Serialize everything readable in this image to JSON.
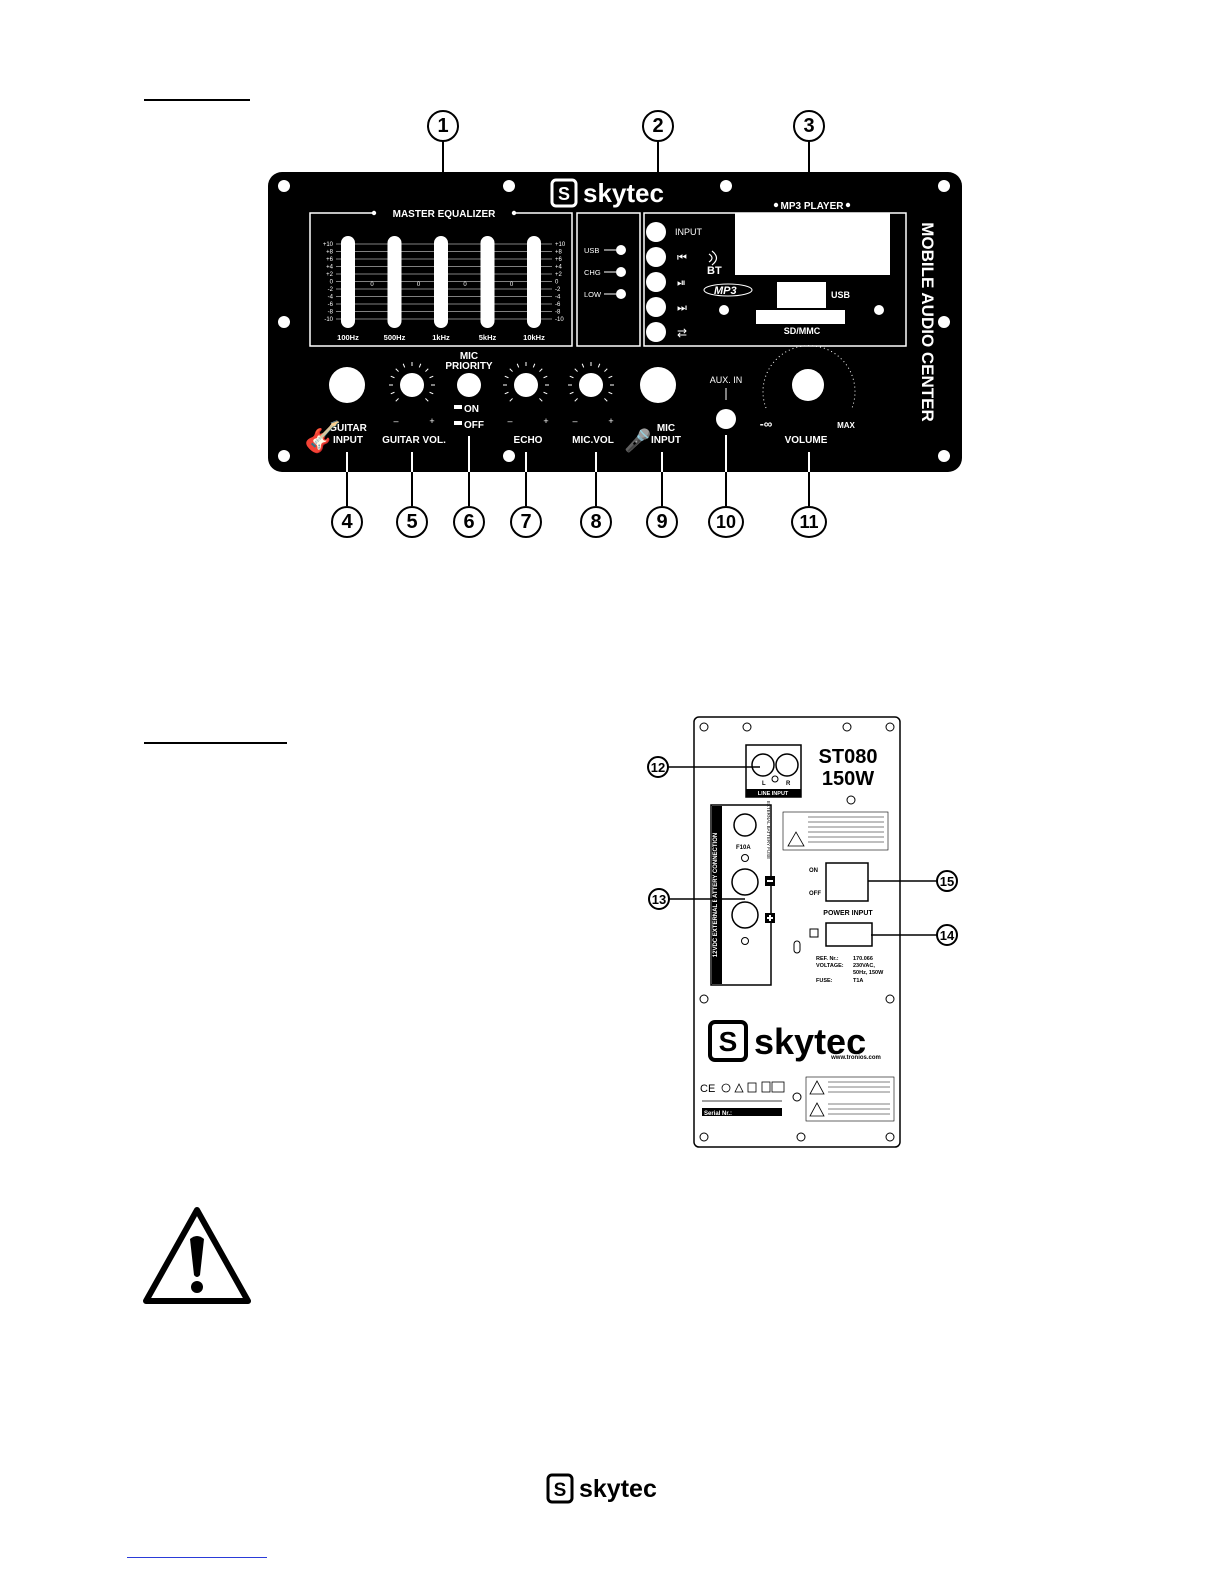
{
  "front_panel": {
    "brand": "skytec",
    "side_label": "MOBILE AUDIO CENTER",
    "eq_title": "MASTER  EQUALIZER",
    "eq_scale": [
      "+10",
      "+8",
      "+6",
      "+4",
      "+2",
      "0",
      "-2",
      "-4",
      "-6",
      "-8",
      "-10"
    ],
    "eq_bands": [
      "100Hz",
      "500Hz",
      "1kHz",
      "5kHz",
      "10kHz"
    ],
    "eq_zero": "0",
    "leds": [
      "USB",
      "CHG",
      "LOW"
    ],
    "mp3_title": "MP3 PLAYER",
    "input_label": "INPUT",
    "bt_label": "BT",
    "mp3_logo": "MP3",
    "usb_label": "USB",
    "sd_label": "SD/MMC",
    "guitar_input": "GUITAR\nINPUT",
    "guitar_vol": "GUITAR VOL.",
    "mic_priority": "MIC\nPRIORITY",
    "on_label": "ON",
    "off_label": "OFF",
    "echo": "ECHO",
    "mic_vol": "MIC.VOL",
    "mic_input": "MIC\nINPUT",
    "aux_in": "AUX. IN",
    "volume": "VOLUME",
    "min_label": "-∞",
    "max_label": "MAX",
    "minus": "–",
    "plus": "+",
    "callouts_top": [
      "1",
      "2",
      "3"
    ],
    "callouts_bottom": [
      "4",
      "5",
      "6",
      "7",
      "8",
      "9",
      "10",
      "11"
    ]
  },
  "rear_panel": {
    "model": "ST080",
    "power": "150W",
    "line_input": "LINE INPUT",
    "l": "L",
    "r": "R",
    "battery_label": "12VDC EXTERNAL BATTERY CONNECTION",
    "ext_battery_fuse": "EXTERNAL BATTERY FUSE",
    "fuse_rating": "F10A",
    "on": "ON",
    "off": "OFF",
    "power_input": "POWER INPUT",
    "ref_label": "REF. Nr.:",
    "ref_value": "170.066",
    "voltage_label": "VOLTAGE:",
    "voltage_value": "230VAC,",
    "voltage_value2": "50Hz, 150W",
    "fuse_label": "FUSE:",
    "fuse_value": "T1A",
    "brand": "skytec",
    "website": "www.tronios.com",
    "serial": "Serial Nr.:",
    "certs": "CE",
    "callouts": [
      "12",
      "13",
      "14",
      "15"
    ]
  },
  "footer_brand": "skytec"
}
